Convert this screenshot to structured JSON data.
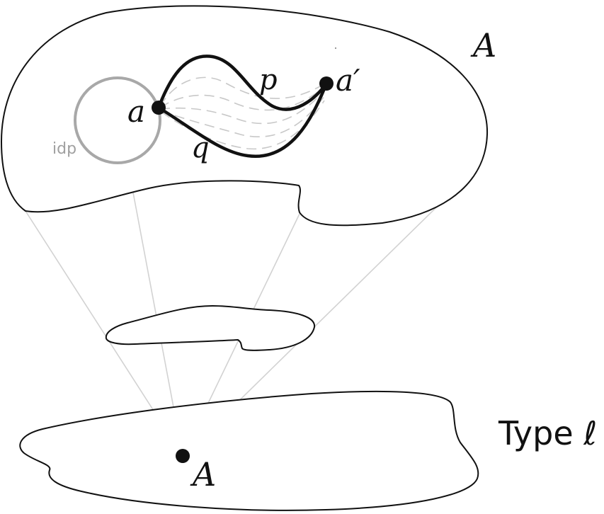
{
  "labels": {
    "space_top": "A",
    "point_a": "a",
    "point_a_prime": "a′",
    "path_p": "p",
    "path_q": "q",
    "loop": "idp",
    "universe": "Type ℓ",
    "point_bottom": "A"
  },
  "colors": {
    "ink": "#111111",
    "loop": "#a8a8a8",
    "homotopy": "#c8c8c8",
    "rays": "#d2d2d2"
  }
}
